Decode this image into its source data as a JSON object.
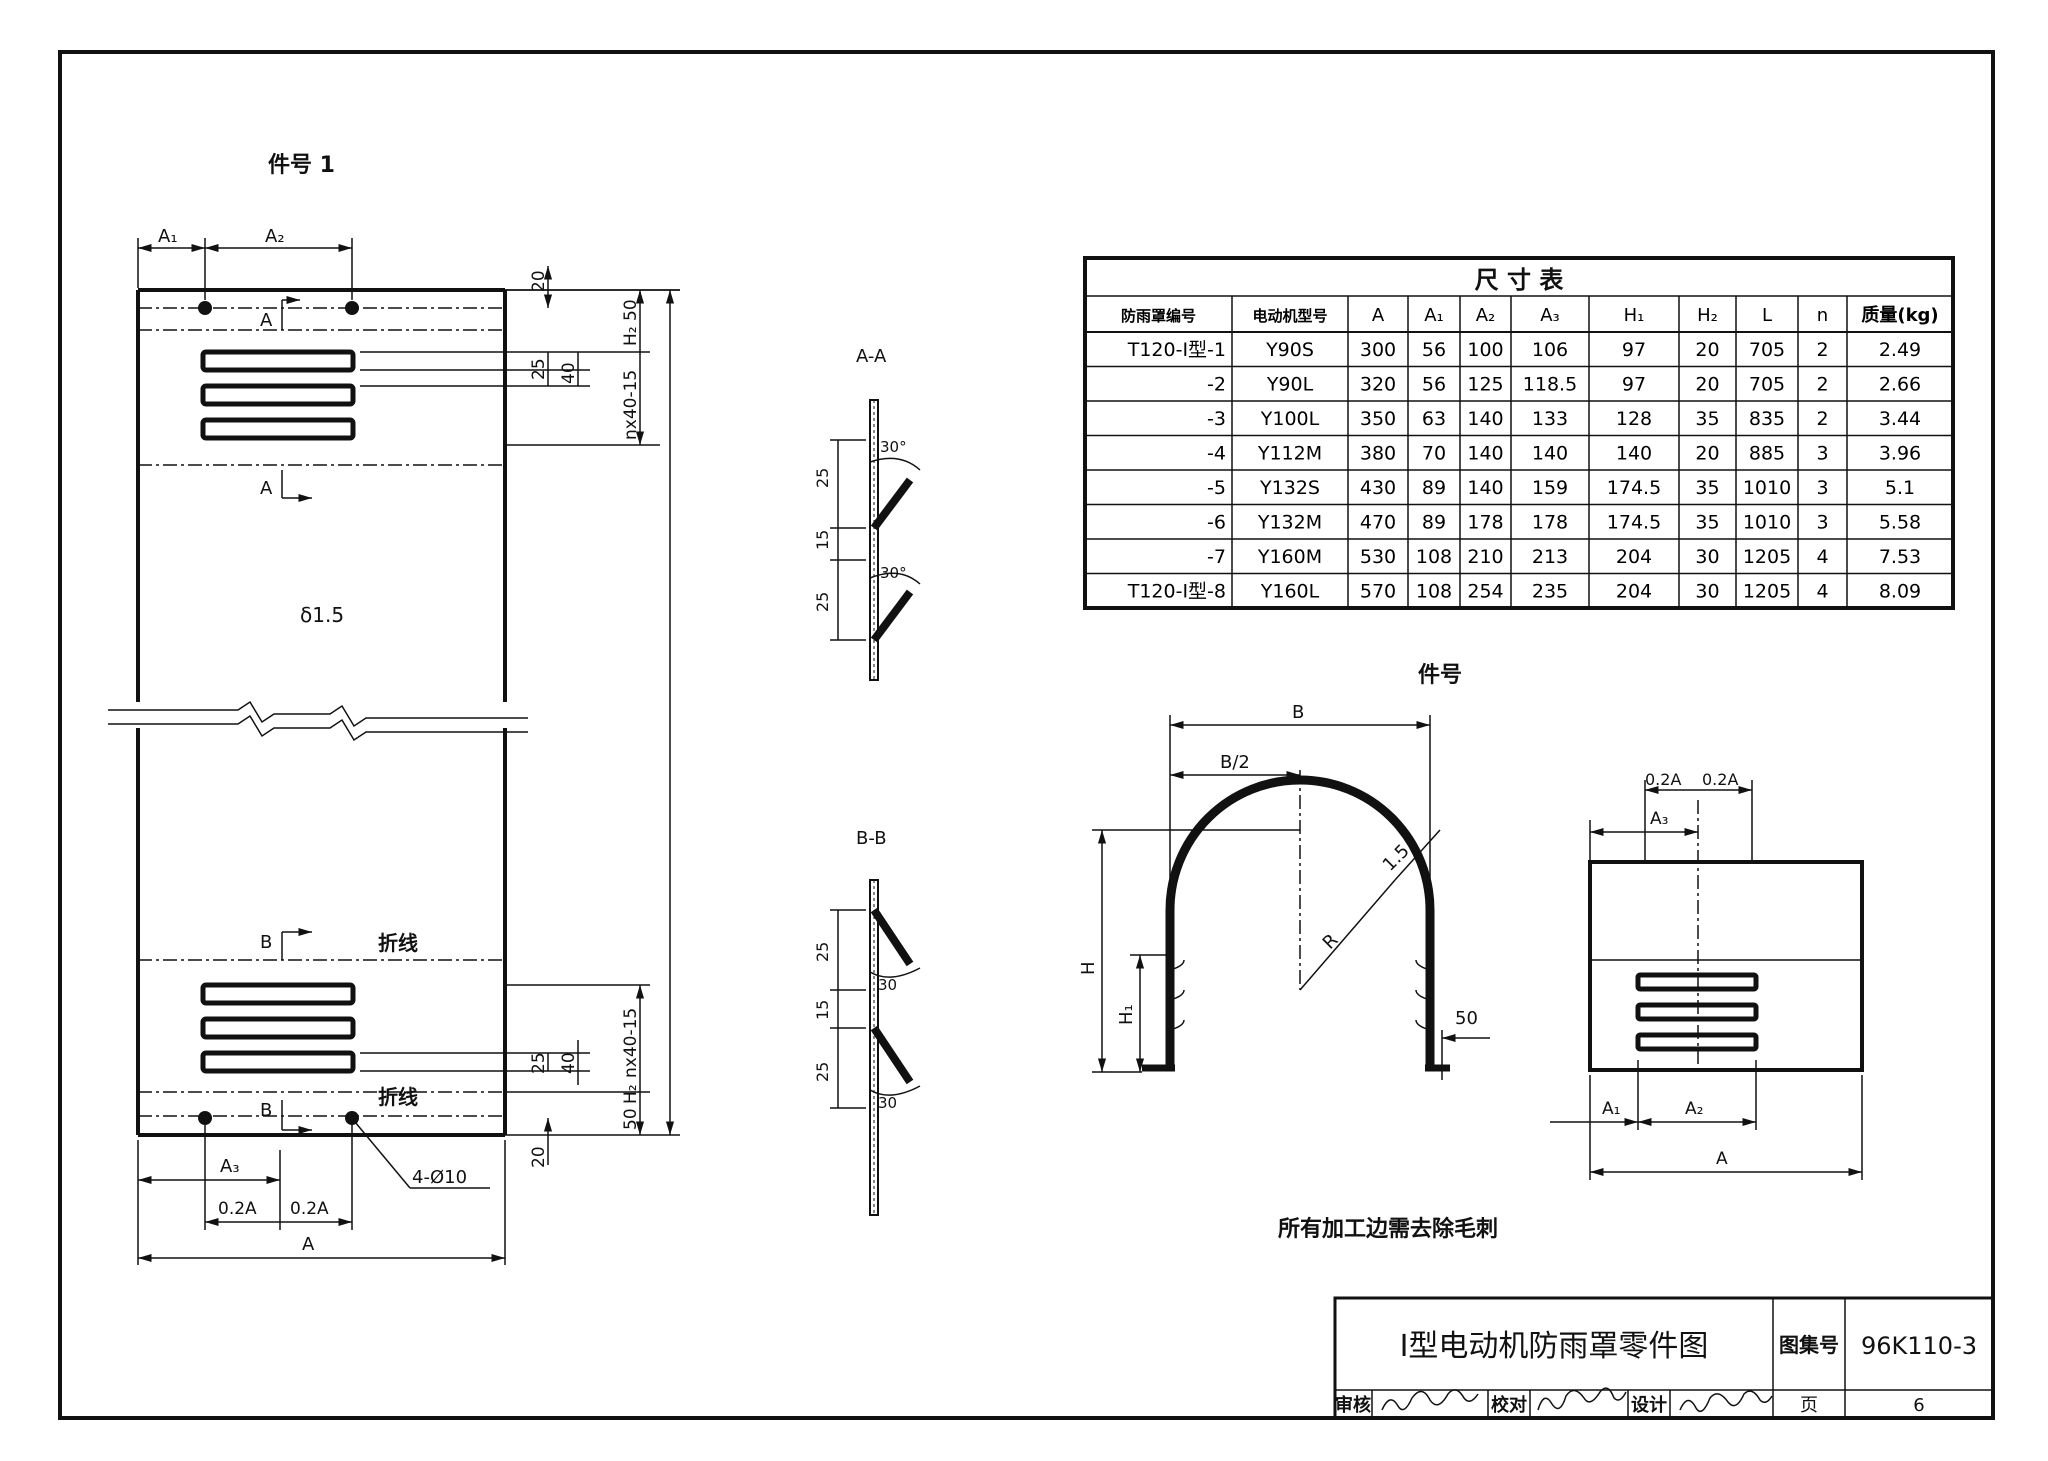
{
  "part1": {
    "title": "件号 1",
    "dims": {
      "A1": "A₁",
      "A2": "A₂",
      "A3": "A₃",
      "A": "A",
      "d20_top": "20",
      "d25_top": "25",
      "d40_top": "40",
      "H2_50": "H₂ 50",
      "nx40_top": "nx40-15",
      "d25_bot": "25",
      "d40_bot": "40",
      "nx40_bot": "nx40-15",
      "H2_bot": "H₂",
      "d50_bot": "50",
      "d20_bot": "20",
      "p02a_1": "0.2A",
      "p02a_2": "0.2A",
      "hole": "4-Ø10"
    },
    "thickness": "δ1.5",
    "sec_A_top": "A",
    "sec_A_bot": "A",
    "sec_B_top": "B",
    "sec_B_bot": "B",
    "fold_top": "折线",
    "fold_bot": "折线"
  },
  "section_aa": {
    "title": "A-A",
    "d25a": "25",
    "d15": "15",
    "d25b": "25",
    "ang1": "30°",
    "ang2": "30°"
  },
  "section_bb": {
    "title": "B-B",
    "d25a": "25",
    "d15": "15",
    "d25b": "25",
    "ang1": "30",
    "ang2": "30"
  },
  "table": {
    "title": "尺 寸 表",
    "headers": [
      "防雨罩编号",
      "电动机型号",
      "A",
      "A₁",
      "A₂",
      "A₃",
      "H₁",
      "H₂",
      "L",
      "n",
      "质量(kg)"
    ],
    "rows": [
      [
        "T120-Ⅰ型-1",
        "Y90S",
        "300",
        "56",
        "100",
        "106",
        "97",
        "20",
        "705",
        "2",
        "2.49"
      ],
      [
        "-2",
        "Y90L",
        "320",
        "56",
        "125",
        "118.5",
        "97",
        "20",
        "705",
        "2",
        "2.66"
      ],
      [
        "-3",
        "Y100L",
        "350",
        "63",
        "140",
        "133",
        "128",
        "35",
        "835",
        "2",
        "3.44"
      ],
      [
        "-4",
        "Y112M",
        "380",
        "70",
        "140",
        "140",
        "140",
        "20",
        "885",
        "3",
        "3.96"
      ],
      [
        "-5",
        "Y132S",
        "430",
        "89",
        "140",
        "159",
        "174.5",
        "35",
        "1010",
        "3",
        "5.1"
      ],
      [
        "-6",
        "Y132M",
        "470",
        "89",
        "178",
        "178",
        "174.5",
        "35",
        "1010",
        "3",
        "5.58"
      ],
      [
        "-7",
        "Y160M",
        "530",
        "108",
        "210",
        "213",
        "204",
        "30",
        "1205",
        "4",
        "7.53"
      ],
      [
        "T120-Ⅰ型-8",
        "Y160L",
        "570",
        "108",
        "254",
        "235",
        "204",
        "30",
        "1205",
        "4",
        "8.09"
      ]
    ]
  },
  "part2": {
    "title": "件号",
    "dims": {
      "B": "B",
      "B2": "B/2",
      "R": "R",
      "t": "1.5",
      "H": "H",
      "H1": "H₁",
      "d50": "50"
    }
  },
  "part3": {
    "dims": {
      "p02a_1": "0.2A",
      "p02a_2": "0.2A",
      "A3": "A₃",
      "A1": "A₁",
      "A2": "A₂",
      "A": "A"
    }
  },
  "note": "所有加工边需去除毛刺",
  "title_block": {
    "drawing_title": "Ⅰ型电动机防雨罩零件图",
    "atlas_label": "图集号",
    "atlas_no": "96K110-3",
    "review_label": "审核",
    "check_label": "校对",
    "design_label": "设计",
    "page_label": "页",
    "page_no": "6"
  }
}
